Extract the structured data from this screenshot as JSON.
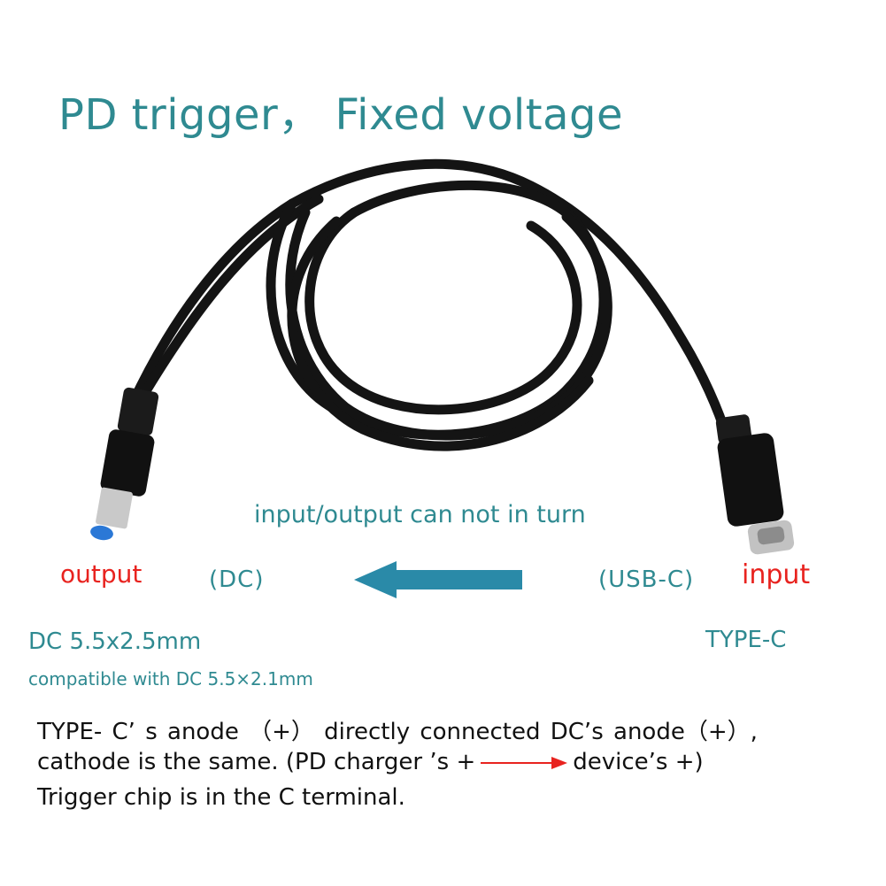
{
  "title": "PD trigger， Fixed voltage",
  "note": "input/output can not in turn",
  "labels": {
    "output": "output",
    "dc": "(DC)",
    "usbc": "(USB-C)",
    "input": "input"
  },
  "specs": {
    "dc": "DC 5.5x2.5mm",
    "dc_compat": "compatible with DC 5.5×2.1mm",
    "typec": "TYPE-C"
  },
  "description": {
    "line1": "TYPE- C’ s anode （+） directly connected DC’s anode（+）,",
    "line2_a": " cathode is the same. (PD charger ’s +",
    "line2_b": "device’s +)",
    "line3": "Trigger chip is in the C terminal."
  },
  "colors": {
    "teal": "#2f8a91",
    "red": "#e8231f",
    "arrow": "#2a8aa8",
    "cable": "#141414"
  },
  "icons": {
    "big_arrow": "left-arrow-icon",
    "small_arrow": "right-arrow-icon"
  }
}
